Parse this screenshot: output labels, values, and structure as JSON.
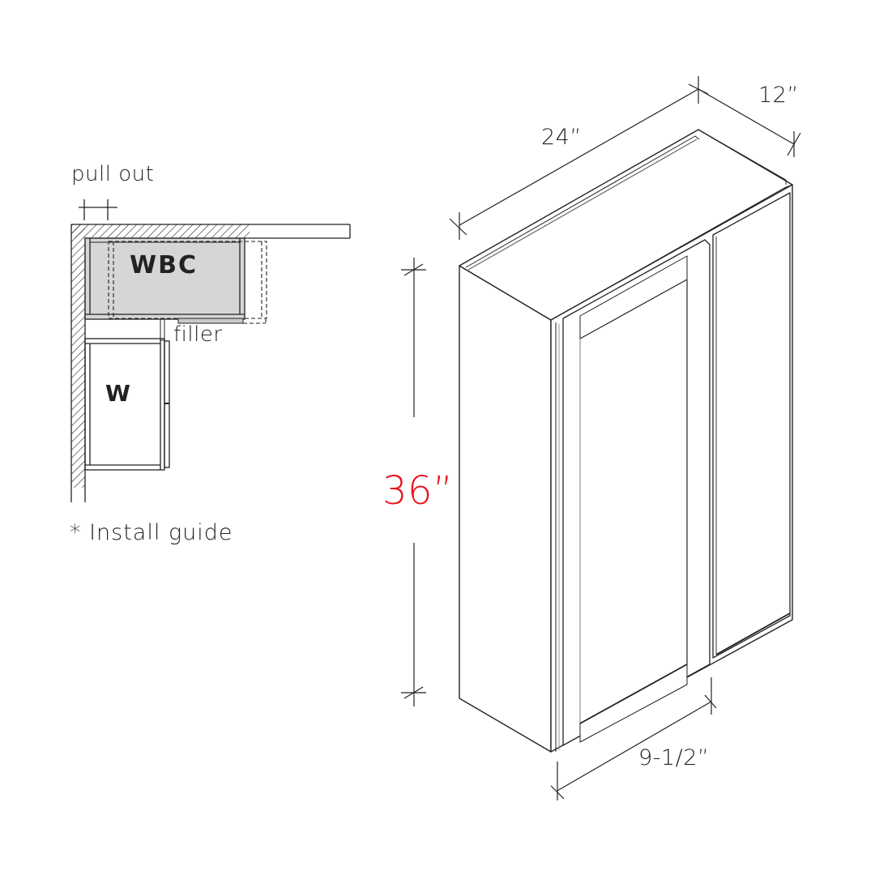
{
  "diagram": {
    "type": "product-dimension-diagram",
    "subject": "Wall blind corner cabinet",
    "colors": {
      "line": "#222222",
      "highlight_dimension": "#e8111a",
      "wbc_fill": "#d6d6d8",
      "background": "#ffffff"
    }
  },
  "install_guide": {
    "pull_out_label": "pull out",
    "wbc_label": "WBC",
    "filler_label": "filler",
    "w_label": "W",
    "caption": "* Install guide"
  },
  "dimensions": {
    "width": "24”",
    "depth": "12”",
    "height": "36”",
    "door_width": "9-1/2”"
  }
}
